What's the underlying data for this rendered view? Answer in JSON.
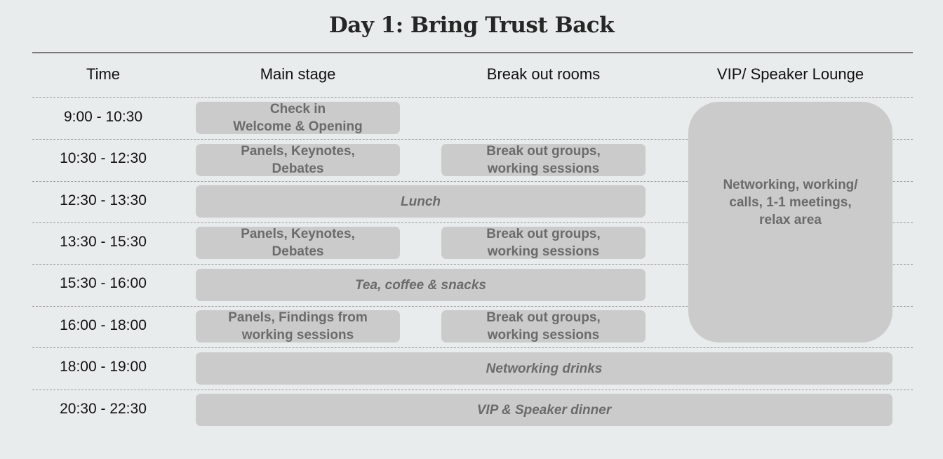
{
  "title": "Day 1: Bring Trust Back",
  "headers": {
    "time": "Time",
    "main": "Main stage",
    "breakout": "Break out rooms",
    "vip": "VIP/ Speaker Lounge"
  },
  "times": [
    "9:00 - 10:30",
    "10:30 - 12:30",
    "12:30 - 13:30",
    "13:30 - 15:30",
    "15:30 - 16:00",
    "16:00 - 18:00",
    "18:00 - 19:00",
    "20:30 - 22:30"
  ],
  "sessions": {
    "checkin": "Check in\nWelcome & Opening",
    "panels1": "Panels, Keynotes,\nDebates",
    "breakout1": "Break out groups,\nworking sessions",
    "lunch": "Lunch",
    "panels2": "Panels, Keynotes,\nDebates",
    "breakout2": "Break out groups,\nworking sessions",
    "tea": "Tea, coffee & snacks",
    "panels3": "Panels, Findings from\nworking sessions",
    "breakout3": "Break out groups,\nworking sessions",
    "drinks": "Networking drinks",
    "dinner": "VIP & Speaker dinner",
    "vip": "Networking, working/\ncalls, 1-1 meetings,\nrelax area"
  }
}
